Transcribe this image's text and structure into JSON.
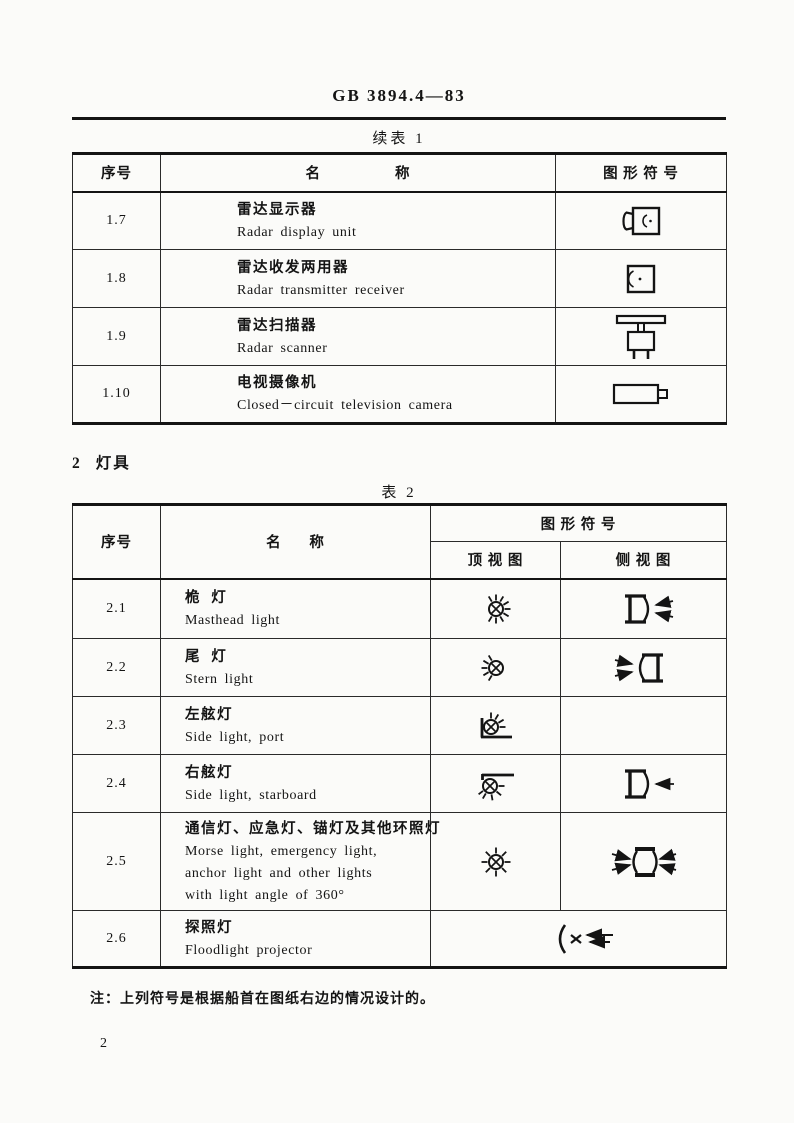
{
  "page": {
    "background": "#fbfbf9",
    "ink": "#141414",
    "standard_number": "GB 3894.4—83",
    "page_number": "2",
    "note": "注：上列符号是根据船首在图纸右边的情况设计的。"
  },
  "section2": {
    "number": "2",
    "title": "灯具"
  },
  "table1": {
    "caption": "续表 1",
    "headers": {
      "no": "序号",
      "name": "名                称",
      "symbol": "图 形 符 号"
    },
    "rows": [
      {
        "no": "1.7",
        "name_zh": "雷达显示器",
        "name_en": "Radar display unit",
        "symbol_icon": "radar-display-unit-symbol"
      },
      {
        "no": "1.8",
        "name_zh": "雷达收发两用器",
        "name_en": "Radar transmitter receiver",
        "symbol_icon": "radar-transceiver-symbol"
      },
      {
        "no": "1.9",
        "name_zh": "雷达扫描器",
        "name_en": "Radar scanner",
        "symbol_icon": "radar-scanner-symbol"
      },
      {
        "no": "1.10",
        "name_zh": "电视摄像机",
        "name_en": "Closed－circuit television camera",
        "symbol_icon": "cctv-camera-symbol"
      }
    ]
  },
  "table2": {
    "caption": "表 2",
    "headers": {
      "no": "序号",
      "name": "名      称",
      "symbol_group": "图 形 符 号",
      "top_view": "顶 视 图",
      "side_view": "侧 视 图"
    },
    "rows": [
      {
        "no": "2.1",
        "name_zh": "桅  灯",
        "name_en": "Masthead light",
        "top_icon": "masthead-light-top-view-symbol",
        "side_icon": "masthead-light-side-view-symbol"
      },
      {
        "no": "2.2",
        "name_zh": "尾  灯",
        "name_en": "Stern light",
        "top_icon": "stern-light-top-view-symbol",
        "side_icon": "stern-light-side-view-symbol"
      },
      {
        "no": "2.3",
        "name_zh": "左舷灯",
        "name_en": "Side light, port",
        "top_icon": "port-side-light-top-view-symbol",
        "side_icon": ""
      },
      {
        "no": "2.4",
        "name_zh": "右舷灯",
        "name_en": "Side light, starboard",
        "top_icon": "starboard-side-light-top-view-symbol",
        "side_icon": "starboard-side-light-side-view-symbol"
      },
      {
        "no": "2.5",
        "name_zh": "通信灯、应急灯、锚灯及其他环照灯",
        "name_en_lines": [
          "Morse light, emergency light,",
          "anchor light and other lights",
          "with light angle of 360°"
        ],
        "top_icon": "all-round-light-top-view-symbol",
        "side_icon": "all-round-light-side-view-symbol"
      },
      {
        "no": "2.6",
        "name_zh": "探照灯",
        "name_en": "Floodlight projector",
        "merged_icon": "floodlight-projector-symbol"
      }
    ]
  }
}
